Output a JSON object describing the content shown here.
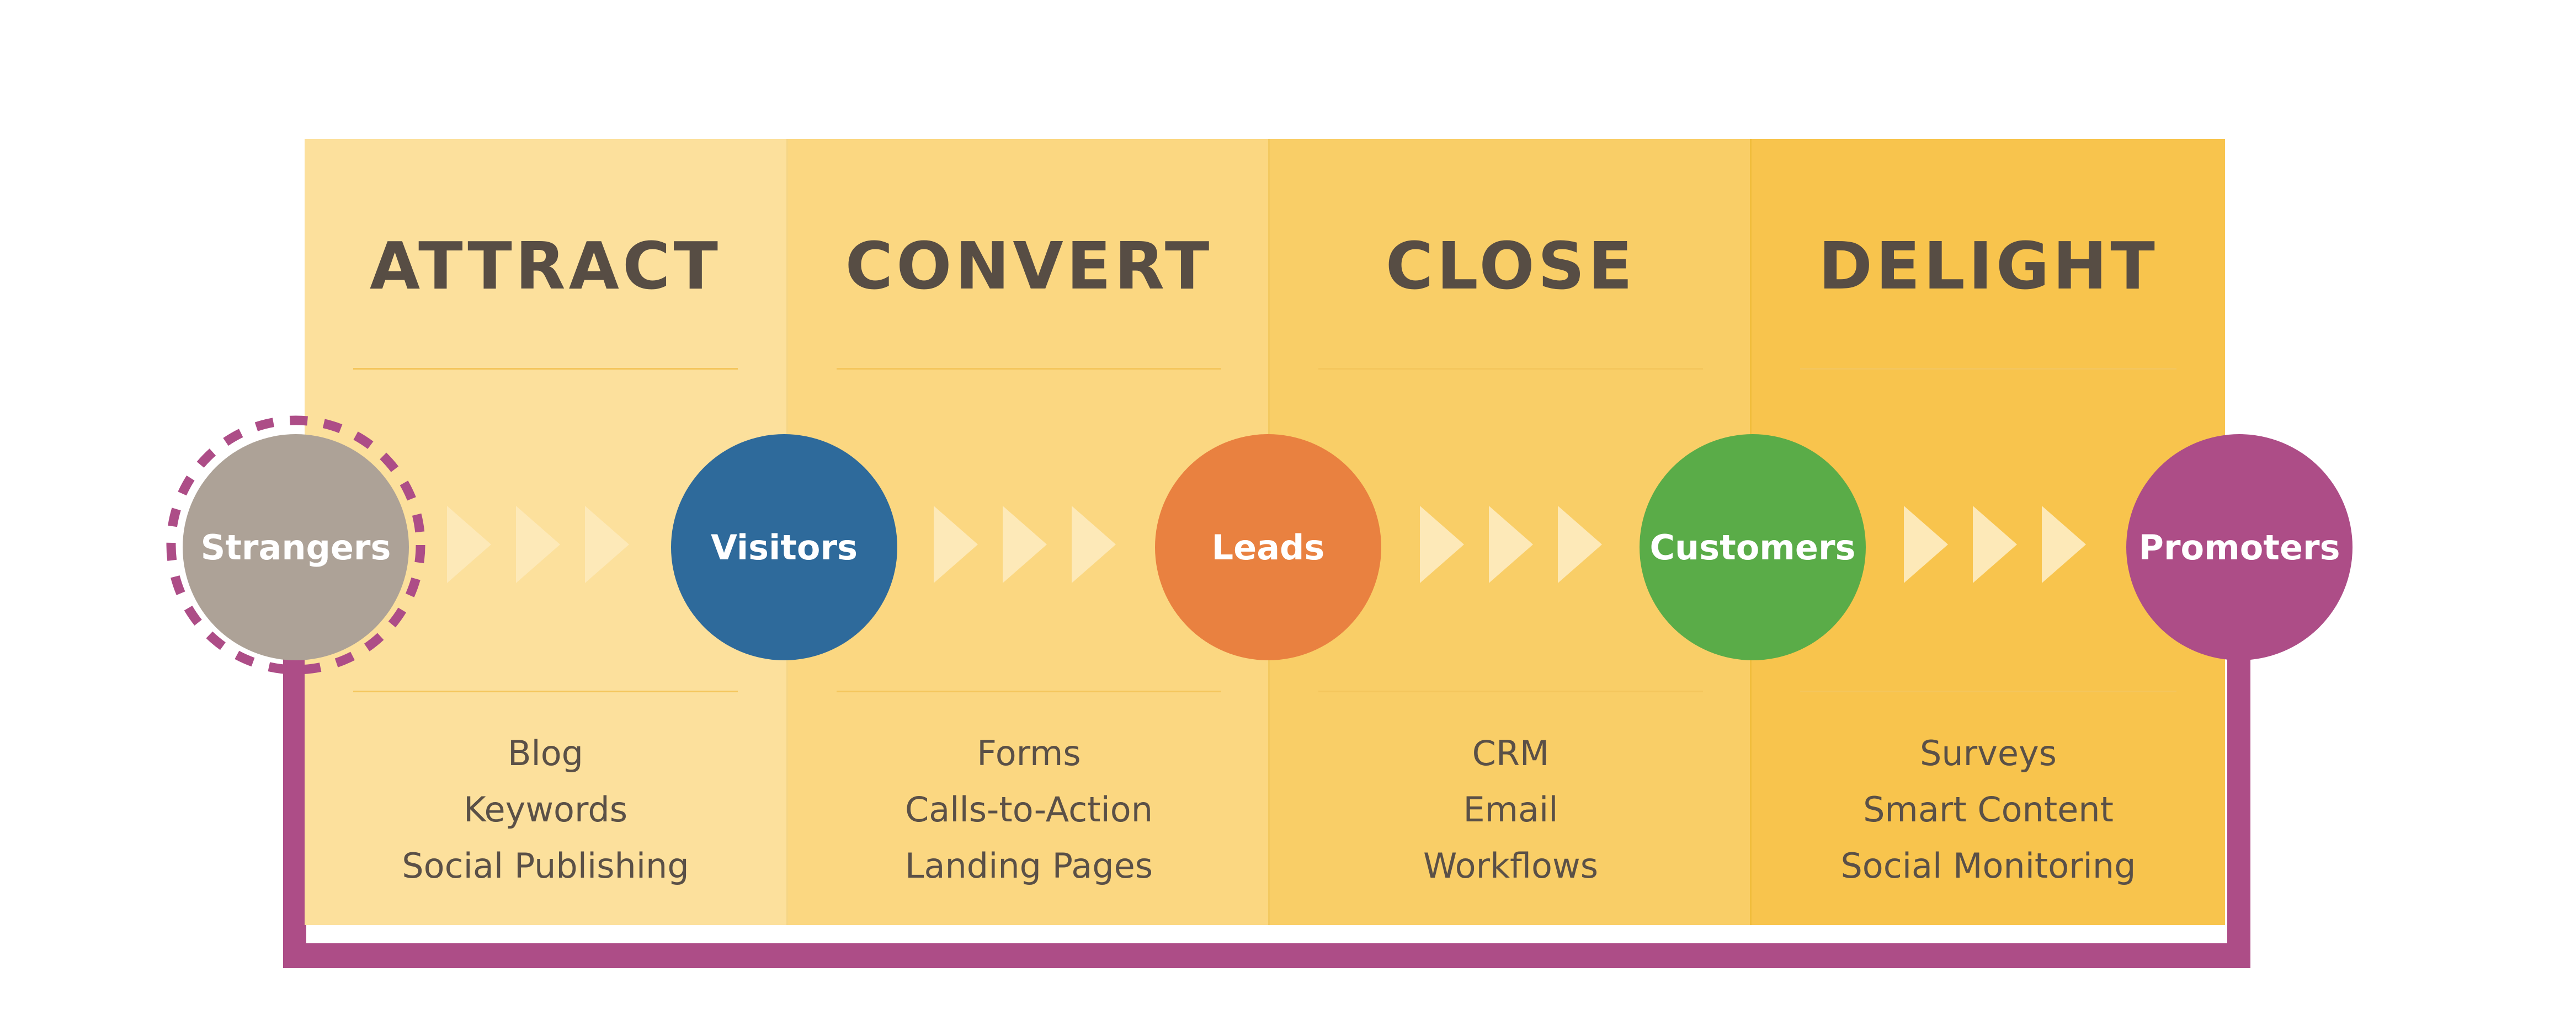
{
  "colors": {
    "panel_1": "#fce09c",
    "panel_2": "#fbd781",
    "panel_3": "#f9ce67",
    "panel_4": "#f8c44d",
    "title_text": "#574d44",
    "tool_text": "#5a5047",
    "arrow": "#fde9b8",
    "loop": "#ad4d87",
    "divider": "#f4c65d"
  },
  "stages": [
    {
      "title": "ATTRACT",
      "tools": [
        "Blog",
        "Keywords",
        "Social Publishing"
      ]
    },
    {
      "title": "CONVERT",
      "tools": [
        "Forms",
        "Calls-to-Action",
        "Landing Pages"
      ]
    },
    {
      "title": "CLOSE",
      "tools": [
        "CRM",
        "Email",
        "Workflows"
      ]
    },
    {
      "title": "DELIGHT",
      "tools": [
        "Surveys",
        "Smart Content",
        "Social Monitoring"
      ]
    }
  ],
  "nodes": [
    {
      "label": "Strangers",
      "color": "#ada297"
    },
    {
      "label": "Visitors",
      "color": "#2e6a9b"
    },
    {
      "label": "Leads",
      "color": "#e98140"
    },
    {
      "label": "Customers",
      "color": "#5aac48"
    },
    {
      "label": "Promoters",
      "color": "#ad4d87"
    }
  ]
}
